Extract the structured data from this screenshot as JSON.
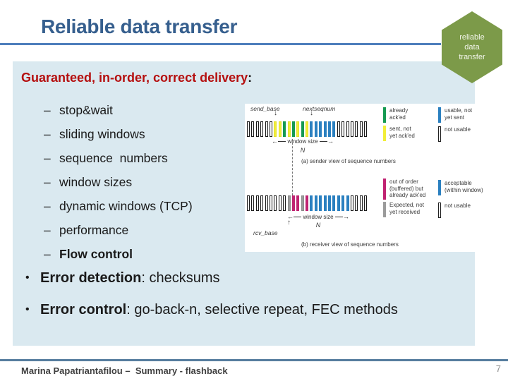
{
  "slide": {
    "title": "Reliable data transfer",
    "footer_text": "Marina Papatriantafilou –  Summary - flashback",
    "page_number": "7"
  },
  "badge": {
    "lines": [
      "reliable",
      "data",
      "transfer"
    ]
  },
  "glyphs": {
    "dash": "–",
    "bullet": "•",
    "down_arrow": "↓",
    "up_arrow": "↑",
    "left_arrow": "←",
    "right_arrow": "→"
  },
  "content": {
    "heading": "Guaranteed, in-order, correct delivery",
    "heading_colon": ":",
    "dash_items": [
      {
        "text": "stop&wait",
        "bold": false
      },
      {
        "text": "sliding windows",
        "bold": false
      },
      {
        "text": "sequence  numbers",
        "bold": false
      },
      {
        "text": "window sizes",
        "bold": false
      },
      {
        "text": "dynamic windows (TCP)",
        "bold": false
      },
      {
        "text": "performance",
        "bold": false
      },
      {
        "text": "Flow control",
        "bold": true
      }
    ],
    "bullets": [
      {
        "lead": "Error detection",
        "rest": ": checksums"
      },
      {
        "lead": "Error control",
        "rest": ": go-back-n, selective repeat, FEC methods"
      }
    ]
  },
  "diagram": {
    "palette": {
      "W": {
        "fill": "#ffffff",
        "border": "#1a1a1a"
      },
      "G": {
        "fill": "#169a52",
        "border": "#169a52"
      },
      "Y": {
        "fill": "#f2ee38",
        "border": "#e3df2e"
      },
      "B": {
        "fill": "#2b80c0",
        "border": "#2b80c0"
      },
      "M": {
        "fill": "#c02372",
        "border": "#c02372"
      },
      "A": {
        "fill": "#9b9b9b",
        "border": "#8a8a8a"
      }
    },
    "sender": {
      "label_send_base": "send_base",
      "label_nextseqnum": "nextseqnum",
      "bars": [
        "W",
        "W",
        "W",
        "W",
        "W",
        "W",
        "Y",
        "Y",
        "G",
        "Y",
        "G",
        "Y",
        "G",
        "Y",
        "B",
        "B",
        "B",
        "B",
        "B",
        "B",
        "W",
        "W",
        "W",
        "W",
        "W",
        "W",
        "W"
      ],
      "window_label": "window size",
      "window_n": "N",
      "caption": "(a) sender view of sequence numbers",
      "legend": [
        {
          "key": "G",
          "label": "already\nack'ed"
        },
        {
          "key": "Y",
          "label": "sent, not\nyet ack'ed"
        },
        {
          "key": "B",
          "label": "usable, not\nyet sent"
        },
        {
          "key": "W",
          "label": "not usable"
        }
      ]
    },
    "receiver": {
      "label_rcv_base": "rcv_base",
      "bars": [
        "W",
        "W",
        "W",
        "W",
        "W",
        "W",
        "W",
        "W",
        "W",
        "A",
        "M",
        "M",
        "A",
        "M",
        "B",
        "B",
        "B",
        "B",
        "B",
        "B",
        "B",
        "B",
        "B",
        "W",
        "W",
        "W",
        "W"
      ],
      "window_label": "window size",
      "window_n": "N",
      "caption": "(b) receiver view of sequence numbers",
      "legend": [
        {
          "key": "M",
          "label": "out of order\n(buffered) but\nalready ack'ed"
        },
        {
          "key": "A",
          "label": "Expected, not\nyet received"
        },
        {
          "key": "B",
          "label": "acceptable\n(within window)"
        },
        {
          "key": "W",
          "label": "not usable"
        }
      ]
    }
  },
  "colors": {
    "title": "#365f8e",
    "title_rule": "#4d7ebc",
    "badge_fill": "#7c9a49",
    "content_bg": "#dae9f0",
    "heading_red": "#b50f0f",
    "footer_rule": "#567d9e"
  }
}
